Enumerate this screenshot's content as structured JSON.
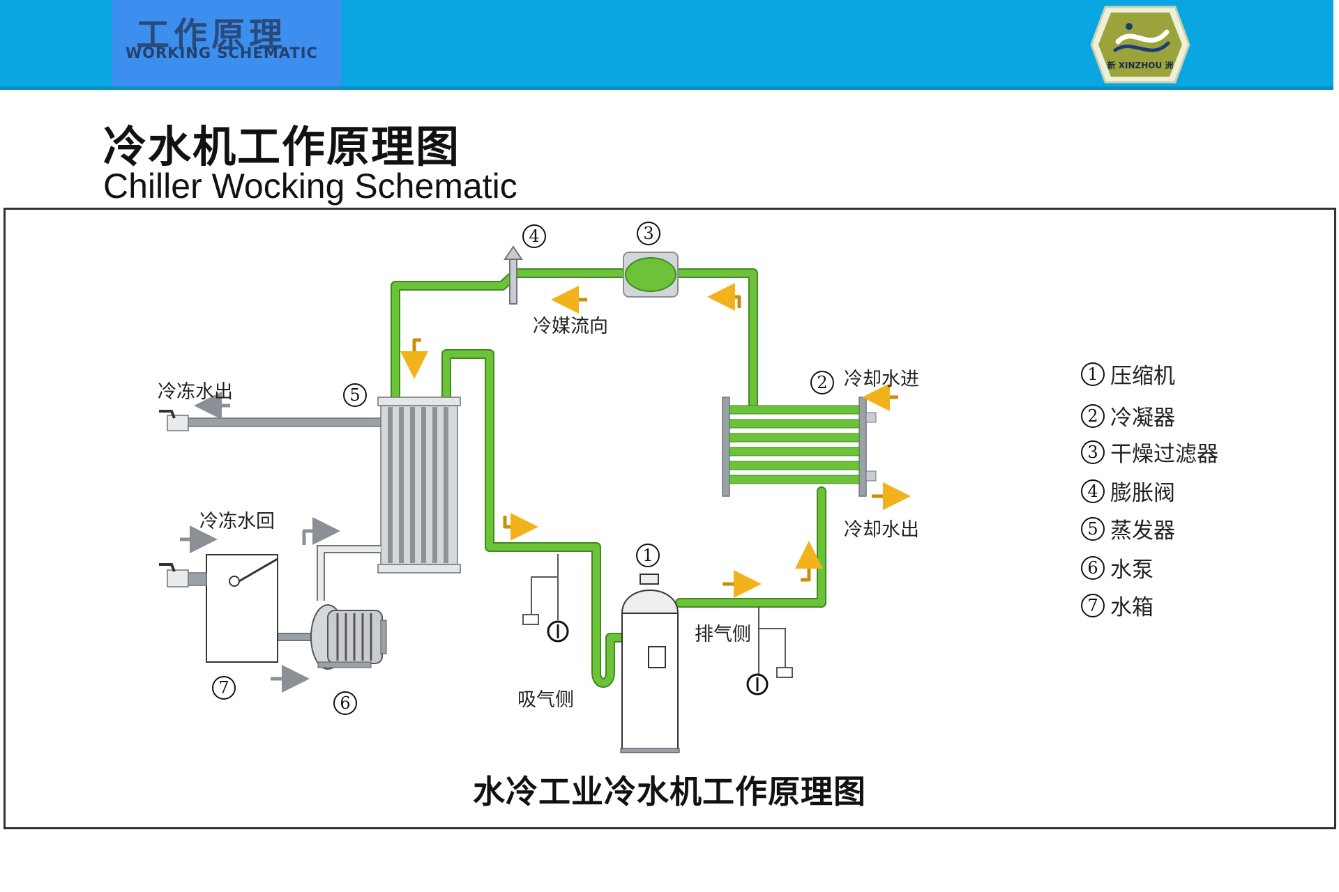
{
  "header": {
    "cn": "工作原理",
    "en": "WORKING  SCHEMATIC",
    "logo_text": "新 XINZHOU 洲"
  },
  "title": {
    "cn": "冷水机工作原理图",
    "en": "Chiller Wocking Schematic"
  },
  "diagram": {
    "labels": {
      "refrigerant_flow": "冷媒流向",
      "chilled_water_out": "冷冻水出",
      "chilled_water_return": "冷冻水回",
      "cooling_water_in": "冷却水进",
      "cooling_water_out": "冷却水出",
      "discharge_side": "排气侧",
      "suction_side": "吸气侧"
    },
    "markers": {
      "m1": "1",
      "m2": "2",
      "m3": "3",
      "m4": "4",
      "m5": "5",
      "m6": "6",
      "m7": "7"
    },
    "colors": {
      "pipe": "#6cc33a",
      "pipe_edge": "#3f8a1f",
      "arrow": "#f2b21b",
      "grey_pipe": "#9aa2a8"
    }
  },
  "legend": [
    {
      "num": "1",
      "text": "压缩机"
    },
    {
      "num": "2",
      "text": "冷凝器"
    },
    {
      "num": "3",
      "text": "干燥过滤器"
    },
    {
      "num": "4",
      "text": "膨胀阀"
    },
    {
      "num": "5",
      "text": "蒸发器"
    },
    {
      "num": "6",
      "text": "水泵"
    },
    {
      "num": "7",
      "text": "水箱"
    }
  ],
  "caption": "水冷工业冷水机工作原理图"
}
